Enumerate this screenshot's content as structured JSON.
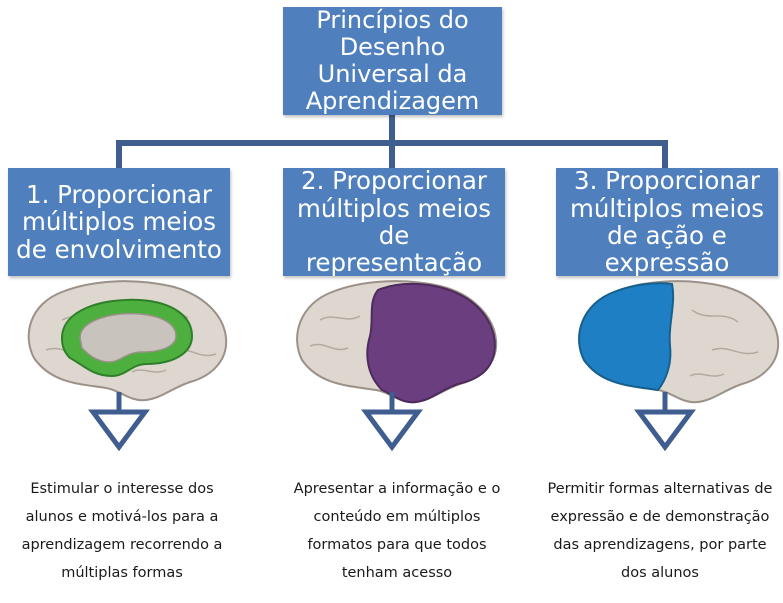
{
  "title": "Princípios do Desenho Universal da Aprendizagem",
  "principles": [
    {
      "heading": "1. Proporcionar múltiplos meios de envolvimento",
      "description": "Estimular o interesse dos alunos e motivá-los para a aprendizagem recorrendo a múltiplas formas",
      "highlight_color": "#4caf3e"
    },
    {
      "heading": "2. Proporcionar múltiplos meios de representação",
      "description": "Apresentar a informação e o conteúdo em múltiplos formatos para que todos tenham acesso",
      "highlight_color": "#6b3f7f"
    },
    {
      "heading": "3. Proporcionar múltiplos meios de ação e expressão",
      "description": "Permitir formas alternativas de expressão e de demonstração das aprendizagens, por parte dos alunos",
      "highlight_color": "#1f7fc4"
    }
  ],
  "colors": {
    "box": "#4f80bd",
    "connector": "#3f5e8f",
    "brain": "#ddd7cf",
    "brain_outline": "#9b9189"
  },
  "icons": [
    "brain-icon",
    "down-triangle-icon"
  ]
}
